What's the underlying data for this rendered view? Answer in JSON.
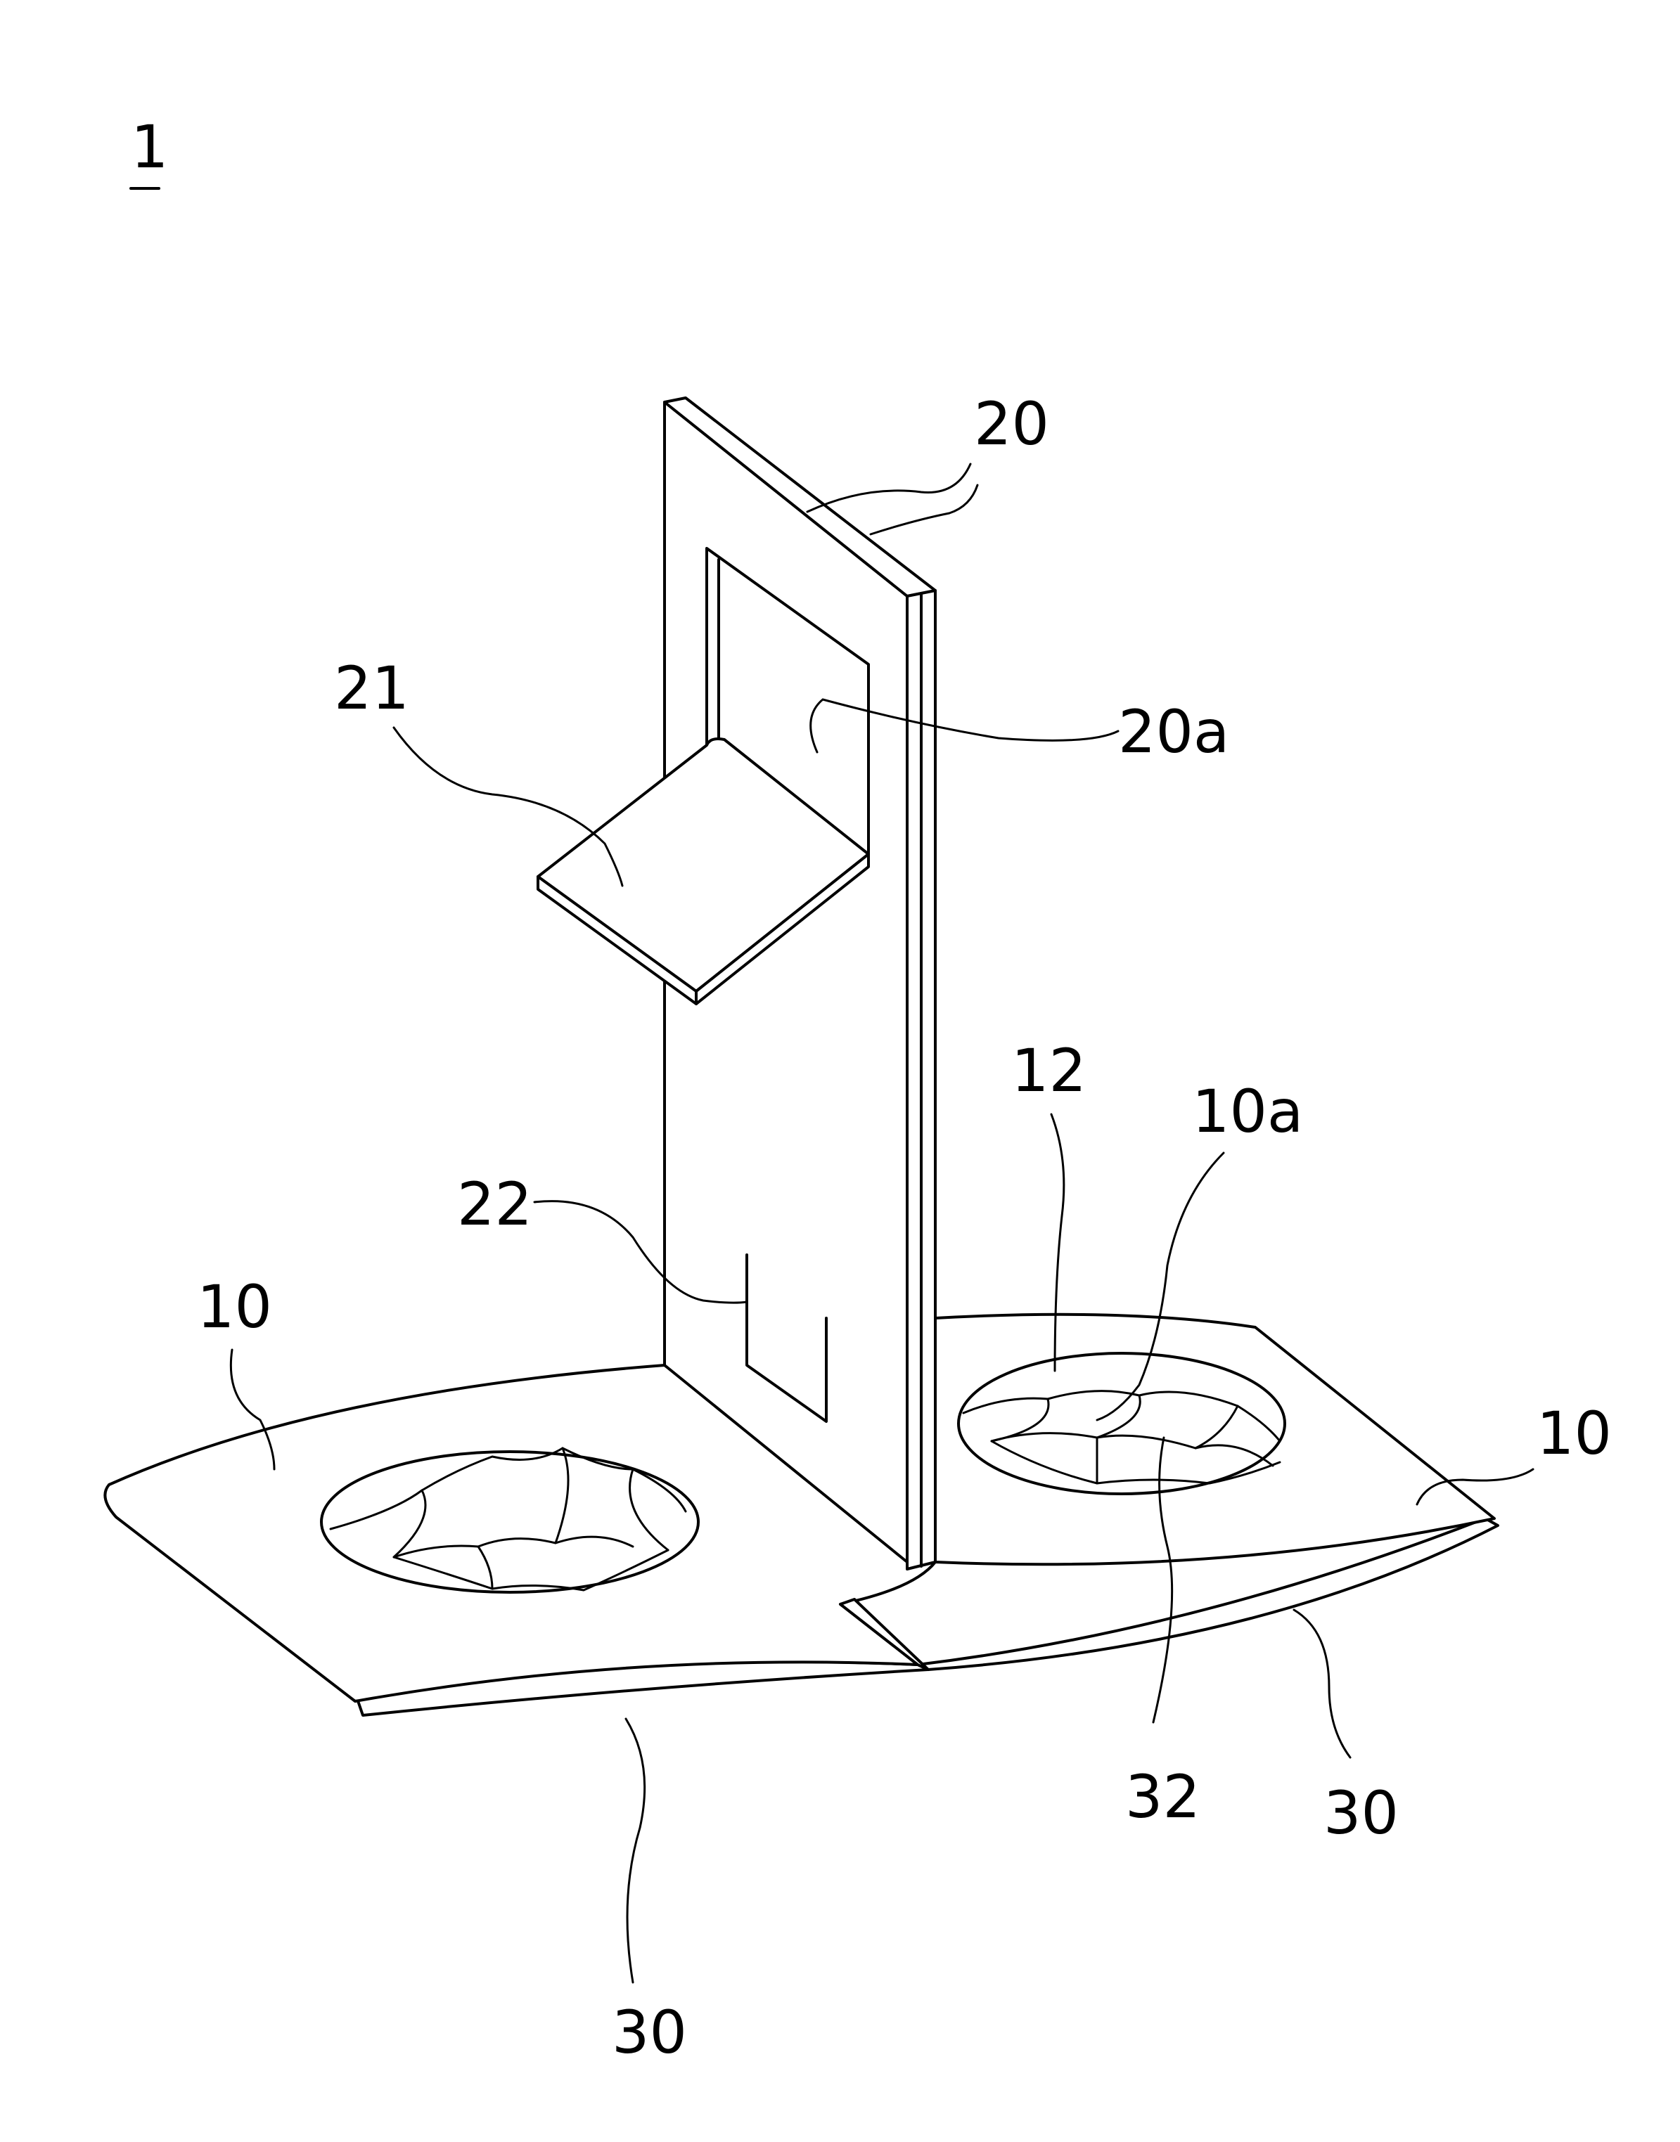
{
  "figure": {
    "reference": "1",
    "labels": {
      "top_plate": "20",
      "window": "20a",
      "tab": "21",
      "slit": "22",
      "base_left": "10",
      "base_right": "10",
      "rib": "12",
      "hole": "10a",
      "star_hole": "32",
      "rim_right": "30",
      "rim_bottom": "30"
    }
  }
}
